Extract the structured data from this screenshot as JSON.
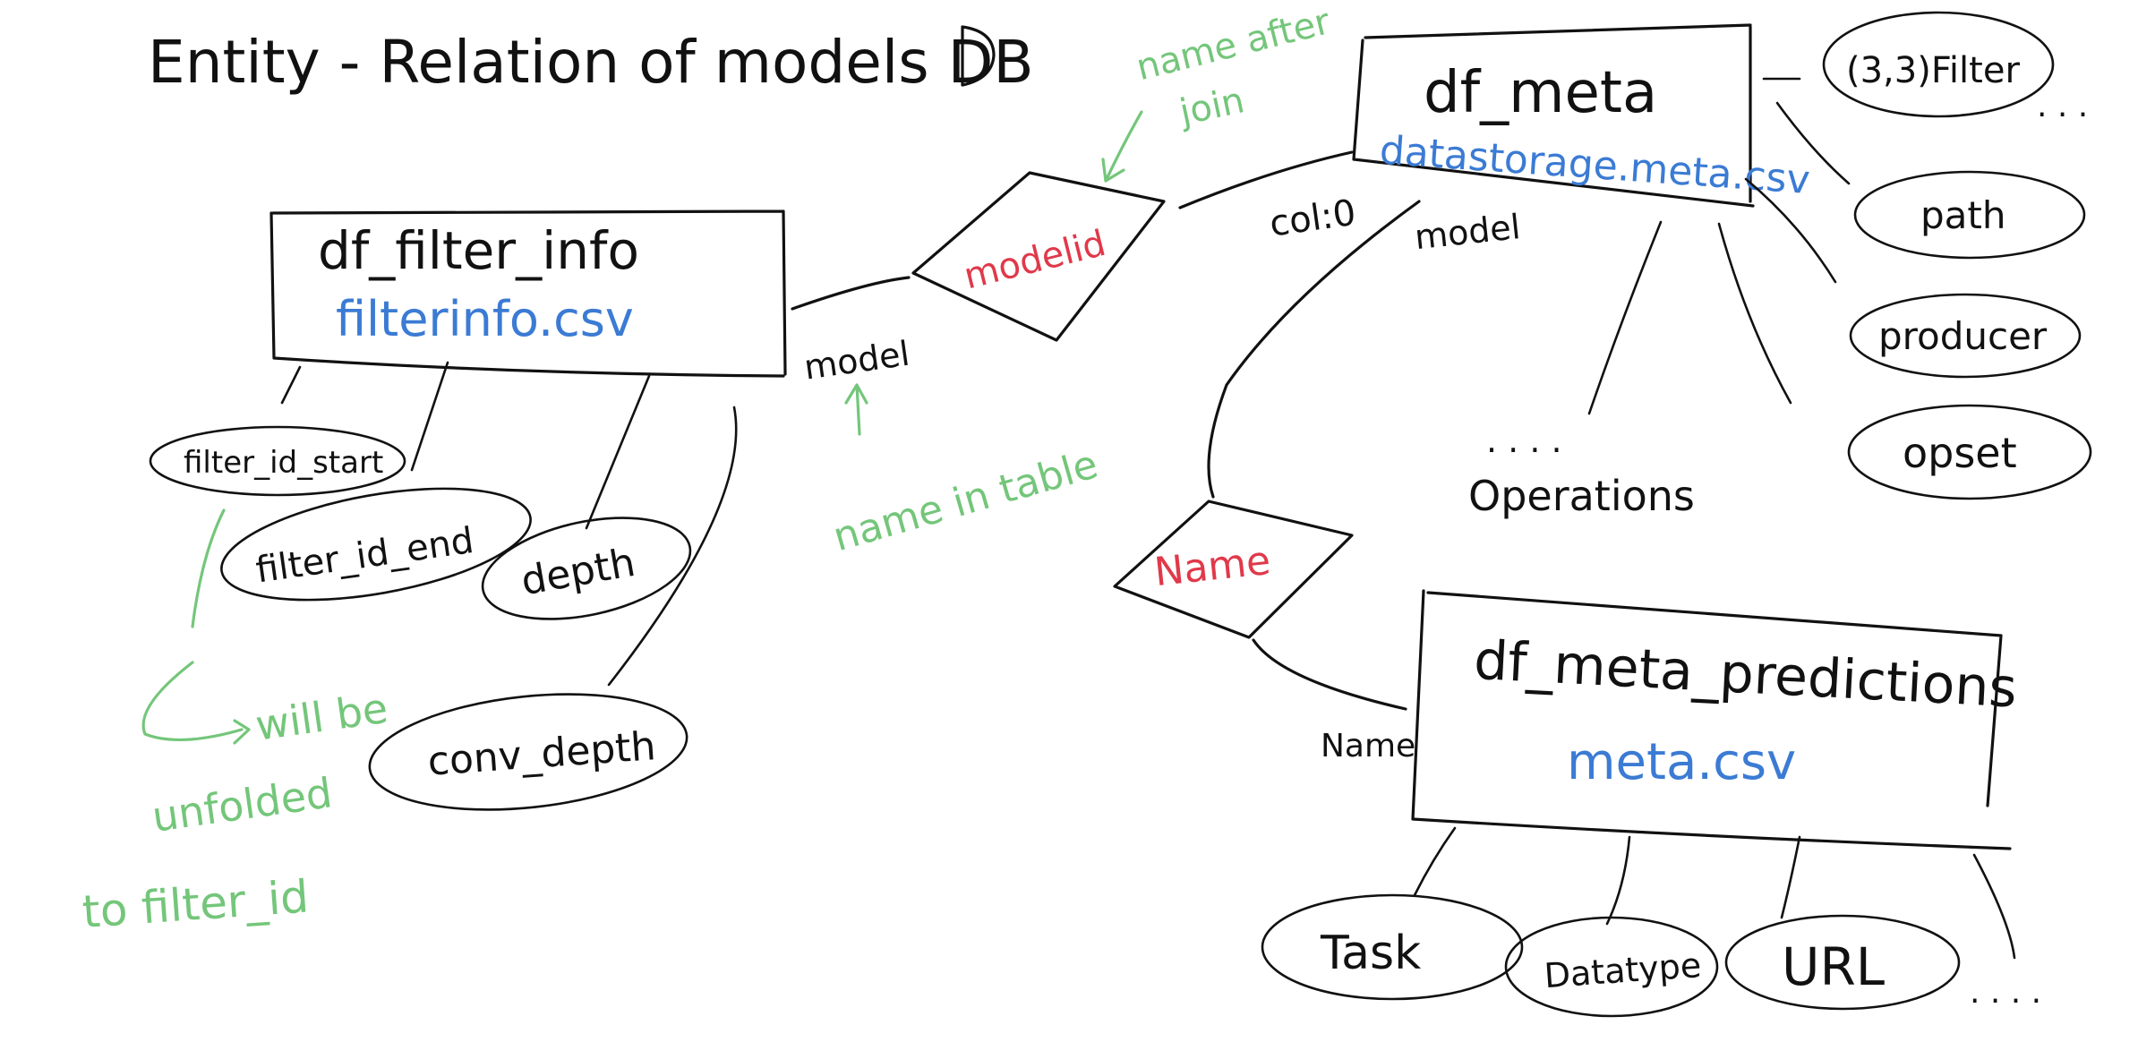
{
  "colors": {
    "ink": "#111111",
    "blue": "#3b7bd4",
    "red": "#e0394a",
    "green": "#74c67a"
  },
  "title": "Entity - Relation of models DB",
  "entities": {
    "filter_info": {
      "name": "df_filter_info",
      "file": "filterinfo.csv"
    },
    "meta": {
      "name": "df_meta",
      "file": "datastorage.meta.csv"
    },
    "meta_predictions": {
      "name": "df_meta_predictions",
      "file": "meta.csv"
    }
  },
  "relations": {
    "modelid": "modelid",
    "name": "Name"
  },
  "edge_labels": {
    "model_left": "model",
    "col0": "col:0",
    "model_right": "model",
    "name_bottom": "Name"
  },
  "attributes": {
    "filter_id_start": "filter_id_start",
    "filter_id_end": "filter_id_end",
    "depth": "depth",
    "conv_depth": "conv_depth",
    "filter3x3": "(3,3)Filter",
    "path": "path",
    "producer": "producer",
    "opset": "opset",
    "task": "Task",
    "datatype": "Datatype",
    "url": "URL"
  },
  "notes": {
    "operations_dots": ". . . .",
    "operations": "Operations",
    "ellipsis_meta": ". . .",
    "ellipsis_pred": ". . . ."
  },
  "annotations": {
    "name_after_join_1": "name after",
    "name_after_join_2": "join",
    "name_in_table": "name in table",
    "unfold_1": "will be",
    "unfold_2": "unfolded",
    "unfold_3": "to filter_id"
  }
}
